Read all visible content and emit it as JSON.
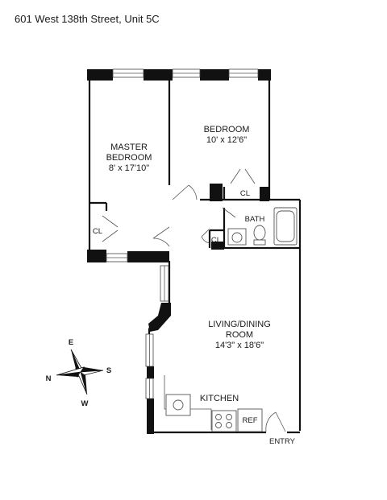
{
  "address": "601 West 138th Street, Unit 5C",
  "rooms": {
    "master_bedroom": {
      "line1": "MASTER",
      "line2": "BEDROOM",
      "dims": "8' x 17'10\""
    },
    "bedroom": {
      "line1": "BEDROOM",
      "dims": "10' x 12'6\""
    },
    "bath": "BATH",
    "living": {
      "line1": "LIVING/DINING",
      "line2": "ROOM",
      "dims": "14'3\" x 18'6\""
    },
    "kitchen": "KITCHEN",
    "ref": "REF",
    "entry": "ENTRY"
  },
  "closets": {
    "master": "CL",
    "bedroom": "CL",
    "hall": "CL"
  },
  "compass": {
    "n": "N",
    "e": "E",
    "s": "S",
    "w": "W"
  }
}
